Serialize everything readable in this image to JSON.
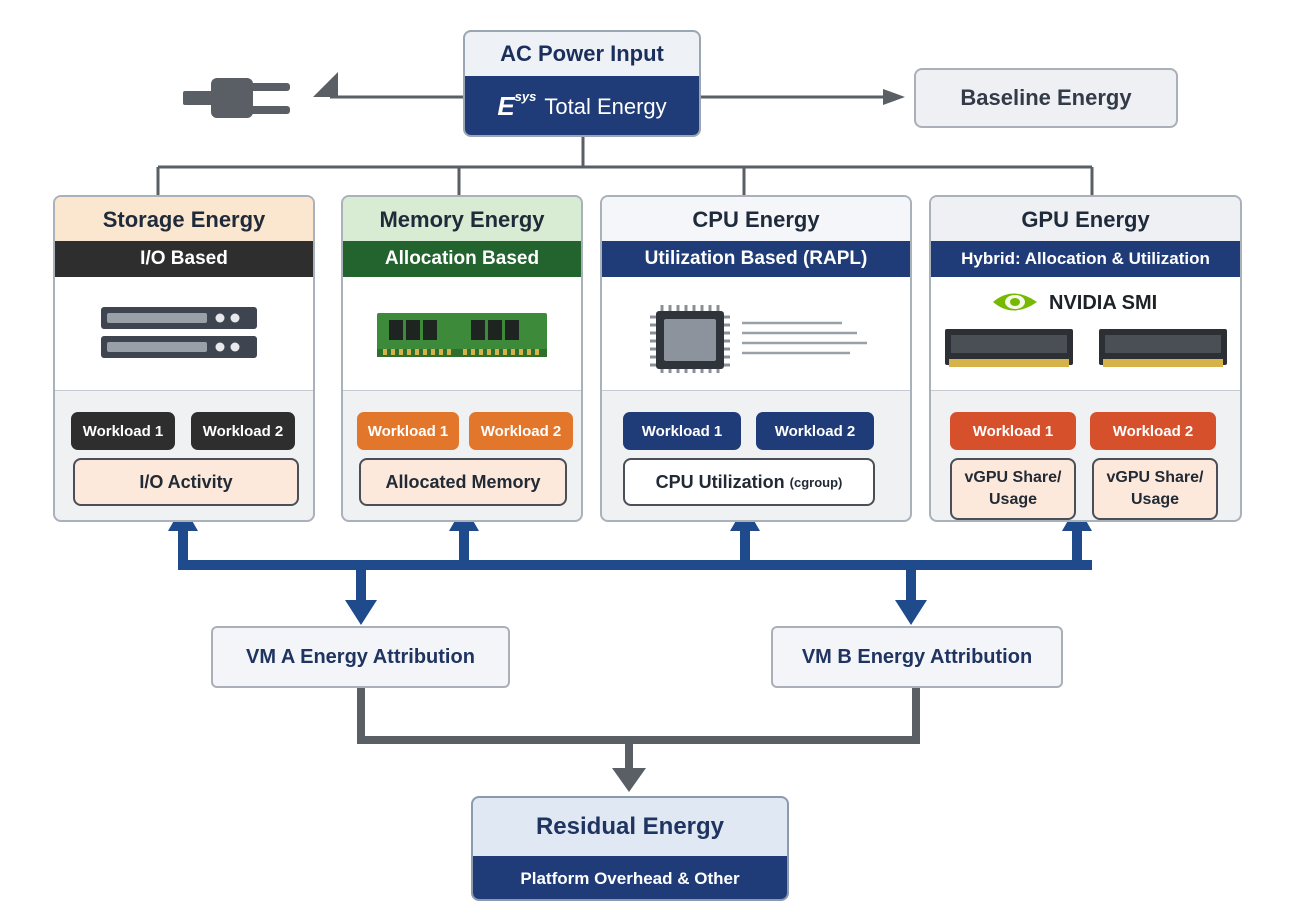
{
  "power_input": {
    "title": "AC Power Input",
    "energy_symbol": "E",
    "energy_superscript": "sys",
    "energy_label": "Total Energy"
  },
  "baseline": {
    "label": "Baseline Energy"
  },
  "components": [
    {
      "title": "Storage Energy",
      "method": "I/O Based",
      "workloads": [
        "Workload 1",
        "Workload 2"
      ],
      "metric": "I/O Activity"
    },
    {
      "title": "Memory Energy",
      "method": "Allocation Based",
      "workloads": [
        "Workload 1",
        "Workload 2"
      ],
      "metric": "Allocated Memory"
    },
    {
      "title": "CPU Energy",
      "method": "Utilization Based (RAPL)",
      "workloads": [
        "Workload 1",
        "Workload 2"
      ],
      "metric": "CPU Utilization",
      "metric_suffix": "(cgroup)"
    },
    {
      "title": "GPU Energy",
      "method": "Hybrid: Allocation & Utilization",
      "brand": "NVIDIA SMI",
      "workloads": [
        "Workload 1",
        "Workload 2"
      ],
      "metrics": [
        "vGPU Share/ Usage",
        "vGPU Share/ Usage"
      ]
    }
  ],
  "attribution": [
    {
      "label": "VM A Energy Attribution"
    },
    {
      "label": "VM B Energy Attribution"
    }
  ],
  "residual": {
    "title": "Residual Energy",
    "subtitle": "Platform Overhead & Other"
  },
  "colors": {
    "navy": "#1f3c78",
    "storage_header": "#fbe7cf",
    "storage_band": "#2e2e2e",
    "memory_header": "#d7ecd2",
    "memory_band": "#23632e",
    "cpu_band": "#1f3c78",
    "gpu_band": "#1f3c78",
    "memory_workload": "#e2762a",
    "gpu_workload": "#d7502c",
    "activity_fill": "#fde9db",
    "connector": "#5a5f66",
    "flow_arrow": "#1f4a8c"
  }
}
